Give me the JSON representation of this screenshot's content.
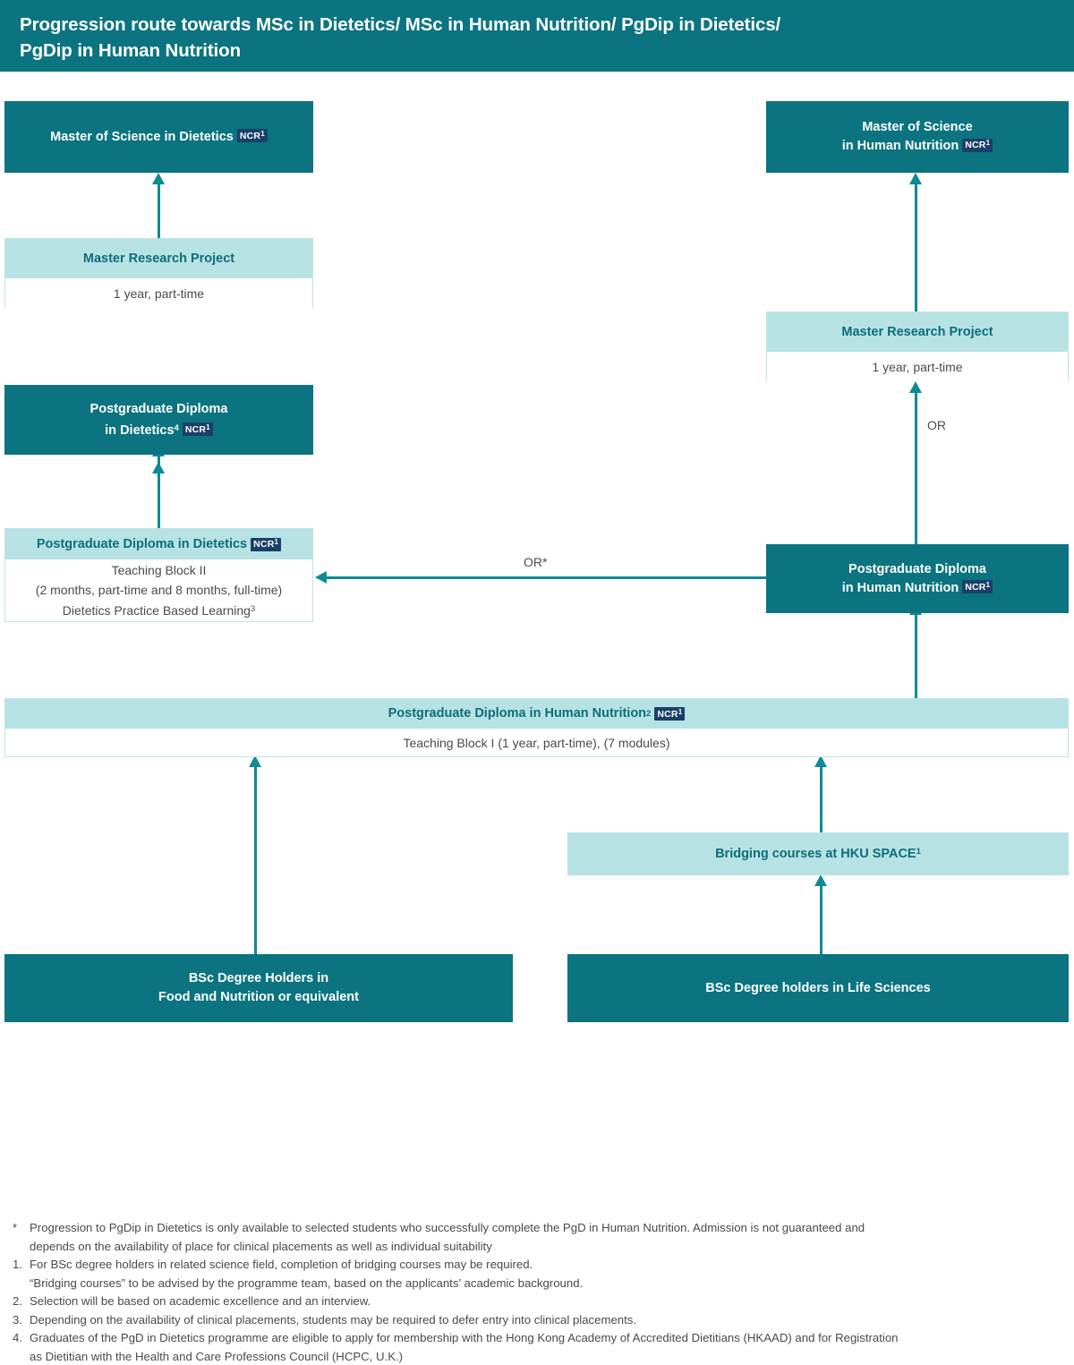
{
  "header": {
    "title_line1": "Progression route towards MSc in Dietetics/ MSc in Human Nutrition/ PgDip in Dietetics/",
    "title_line2": "PgDip in Human Nutrition"
  },
  "colors": {
    "dark_teal": "#0b7480",
    "light_teal": "#b7e2e4",
    "arrow_teal": "#0e8a96",
    "ncr_navy": "#1b3f6b",
    "panel_border": "#bfe3e5",
    "body_text": "#4a4a4a"
  },
  "badge": {
    "label": "NCR",
    "superscript": "1"
  },
  "nodes": {
    "msc_dietetics": {
      "label": "Master of Science in Dietetics",
      "badge": true
    },
    "msc_human_nutrition": {
      "line1": "Master of Science",
      "line2": "in Human Nutrition",
      "badge": true
    },
    "mrp_left": {
      "header": "Master Research Project",
      "body": "1 year, part-time"
    },
    "mrp_right": {
      "header": "Master Research Project",
      "body": "1 year, part-time"
    },
    "pgd_dietetics_4": {
      "line1": "Postgraduate Diploma",
      "line2": "in Dietetics",
      "footnote": "4",
      "badge": true
    },
    "pgd_dietetics_panel": {
      "header": "Postgraduate Diploma in Dietetics",
      "badge": true,
      "body_lines": [
        "Teaching Block II",
        "(2 months, part-time and 8 months, full-time)",
        "Dietetics Practice Based Learning"
      ],
      "body_last_footnote": "3"
    },
    "pgd_human_nutrition_solid": {
      "line1": "Postgraduate Diploma",
      "line2": "in Human Nutrition",
      "badge": true
    },
    "pgd_human_nutrition_band": {
      "header": "Postgraduate Diploma in Human Nutrition",
      "header_footnote": "2",
      "badge": true,
      "body": "Teaching Block I (1 year, part-time), (7 modules)"
    },
    "bridging": {
      "label": "Bridging courses at HKU SPACE",
      "footnote": "1"
    },
    "bsc_food_nutrition": {
      "line1": "BSc Degree Holders in",
      "line2": "Food and Nutrition or equivalent"
    },
    "bsc_life_sciences": {
      "label": "BSc Degree holders in Life Sciences"
    }
  },
  "connectors": {
    "or_star": "OR*",
    "or": "OR"
  },
  "footnotes": [
    {
      "marker": "*",
      "lines": [
        "Progression to PgDip in Dietetics is only available to selected students who successfully complete the PgD in Human Nutrition. Admission is not guaranteed and",
        "depends on the availability of place for clinical placements as well as individual suitability"
      ]
    },
    {
      "marker": "1.",
      "lines": [
        "For BSc degree holders in related science field, completion of bridging courses may be required.",
        "“Bridging courses” to be advised by the programme team, based on the applicants’ academic background."
      ]
    },
    {
      "marker": "2.",
      "lines": [
        "Selection will be based on academic excellence and an interview."
      ]
    },
    {
      "marker": "3.",
      "lines": [
        "Depending on the availability of clinical placements, students may be required to defer entry into clinical placements."
      ]
    },
    {
      "marker": "4.",
      "lines": [
        "Graduates of the PgD in Dietetics programme are eligible to apply for membership with the Hong Kong Academy of Accredited Dietitians (HKAAD) and for Registration",
        "as Dietitian with the Health and Care Professions Council (HCPC, U.K.)"
      ]
    }
  ]
}
